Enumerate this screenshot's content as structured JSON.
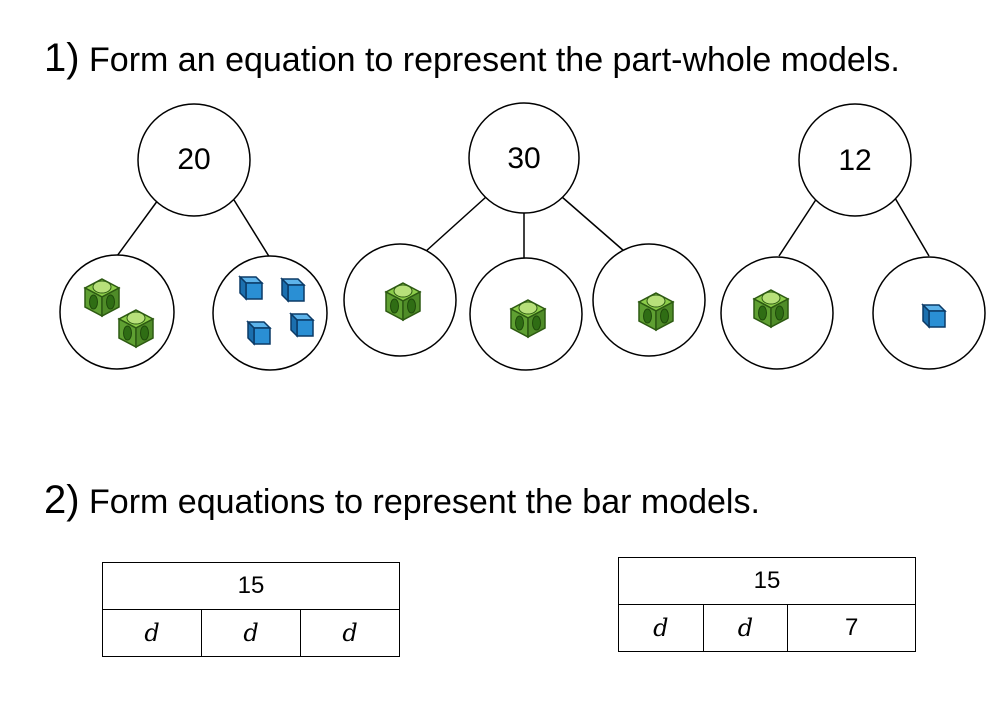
{
  "q1": {
    "number": "1)",
    "text": "Form an equation to represent the part-whole models."
  },
  "q2": {
    "number": "2)",
    "text": "Form equations to represent the bar models."
  },
  "part_whole_models": [
    {
      "whole": "20",
      "parts": [
        {
          "cube": "green",
          "count": 2
        },
        {
          "cube": "blue",
          "count": 4
        }
      ]
    },
    {
      "whole": "30",
      "parts": [
        {
          "cube": "green",
          "count": 1
        },
        {
          "cube": "green",
          "count": 1
        },
        {
          "cube": "green",
          "count": 1
        }
      ]
    },
    {
      "whole": "12",
      "parts": [
        {
          "cube": "green",
          "count": 1
        },
        {
          "cube": "blue",
          "count": 1
        }
      ]
    }
  ],
  "bar_models": [
    {
      "total": "15",
      "parts": [
        "d",
        "d",
        "d"
      ]
    },
    {
      "total": "15",
      "parts": [
        "d",
        "d",
        "7"
      ]
    }
  ],
  "colors": {
    "green_cube": "#6fb43f",
    "blue_cube": "#2a8fd4"
  }
}
